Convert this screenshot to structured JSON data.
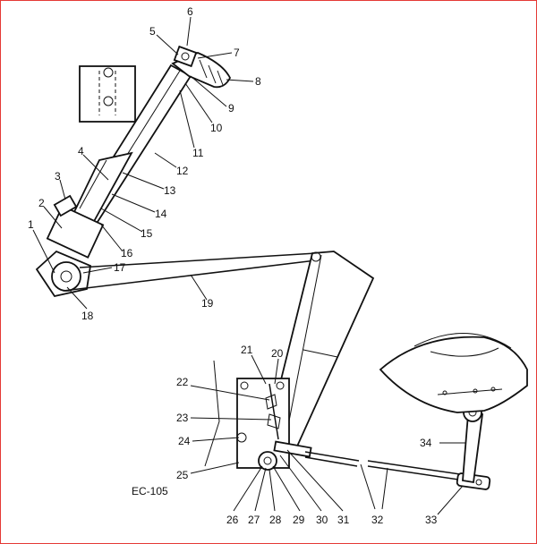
{
  "diagram": {
    "code": "EC-105",
    "callouts": [
      "1",
      "2",
      "3",
      "4",
      "5",
      "6",
      "7",
      "8",
      "9",
      "10",
      "11",
      "12",
      "13",
      "14",
      "15",
      "16",
      "17",
      "18",
      "19",
      "20",
      "21",
      "22",
      "23",
      "24",
      "25",
      "26",
      "27",
      "28",
      "29",
      "30",
      "31",
      "32",
      "33",
      "34"
    ]
  },
  "colors": {
    "line": "#111111",
    "frame": "#e53935",
    "paper": "#ffffff"
  }
}
